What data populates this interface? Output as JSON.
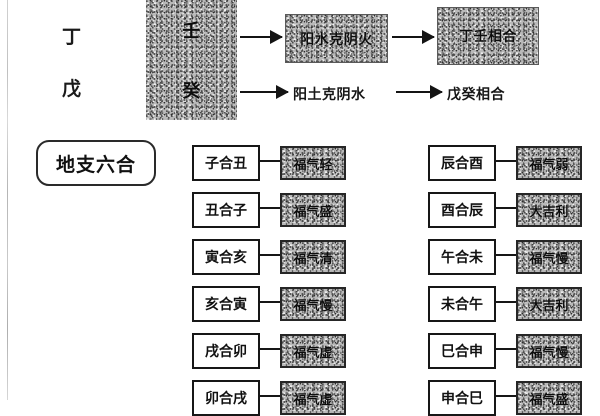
{
  "top_diagram": {
    "stem_labels": [
      {
        "name": "ding",
        "text": "丁"
      },
      {
        "name": "wu",
        "text": "戊"
      }
    ],
    "stem_cells": [
      {
        "name": "ren",
        "text": "壬"
      },
      {
        "name": "gui",
        "text": "癸"
      }
    ],
    "rows": [
      {
        "relation": "阳水克阴火",
        "result": "丁壬相合",
        "relation_boxed": true,
        "result_boxed": true
      },
      {
        "relation": "阳土克阴水",
        "result": "戊癸相合",
        "relation_boxed": false,
        "result_boxed": false
      }
    ]
  },
  "section": {
    "label": "地支六合"
  },
  "pairs": {
    "left_column": [
      {
        "key": "子合丑",
        "value": "福气轻"
      },
      {
        "key": "丑合子",
        "value": "福气盛"
      },
      {
        "key": "寅合亥",
        "value": "福气清"
      },
      {
        "key": "亥合寅",
        "value": "福气慢"
      },
      {
        "key": "戌合卯",
        "value": "福气虚"
      },
      {
        "key": "卯合戌",
        "value": "福气虚"
      }
    ],
    "right_column": [
      {
        "key": "辰合酉",
        "value": "福气弱"
      },
      {
        "key": "酉合辰",
        "value": "大吉利"
      },
      {
        "key": "午合未",
        "value": "福气慢"
      },
      {
        "key": "未合午",
        "value": "大吉利"
      },
      {
        "key": "巳合申",
        "value": "福气慢"
      },
      {
        "key": "申合巳",
        "value": "福气盛"
      }
    ]
  },
  "colors": {
    "ink": "#141414",
    "paper": "#ffffff",
    "halftone": "#b9b9b9"
  }
}
